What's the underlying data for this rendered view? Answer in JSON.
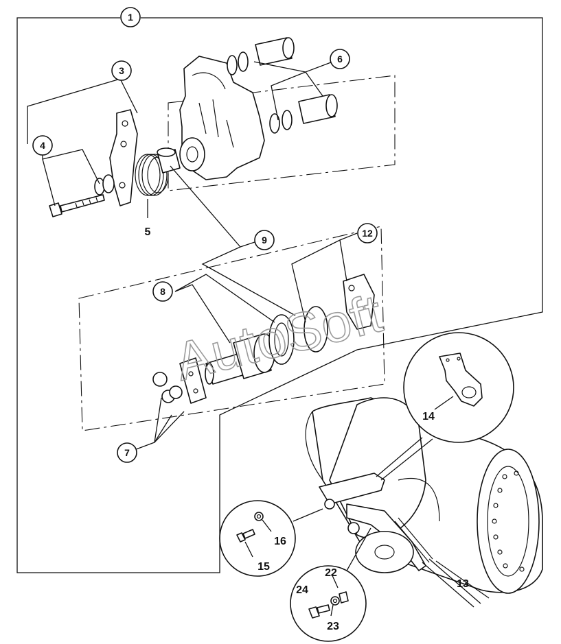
{
  "callouts": {
    "c1": "1",
    "c3": "3",
    "c4": "4",
    "c5": "5",
    "c6": "6",
    "c7": "7",
    "c8": "8",
    "c9": "9",
    "c12": "12",
    "c13": "13",
    "c14": "14",
    "c15": "15",
    "c16": "16",
    "c22": "22",
    "c23": "23",
    "c24": "24"
  },
  "watermark": "AutoSoft"
}
